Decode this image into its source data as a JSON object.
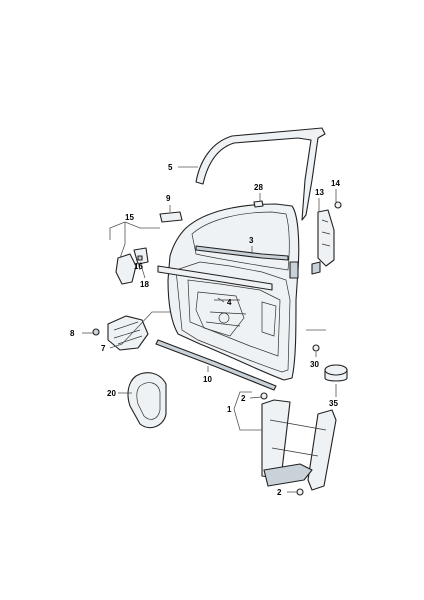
{
  "callouts": {
    "c1": "1",
    "c2a": "2",
    "c2b": "2",
    "c3": "3",
    "c4": "4",
    "c5": "5",
    "c7": "7",
    "c8": "8",
    "c9": "9",
    "c10": "10",
    "c13": "13",
    "c14": "14",
    "c15": "15",
    "c16": "16",
    "c18": "18",
    "c20": "20",
    "c28": "28",
    "c30": "30",
    "c35": "35"
  }
}
